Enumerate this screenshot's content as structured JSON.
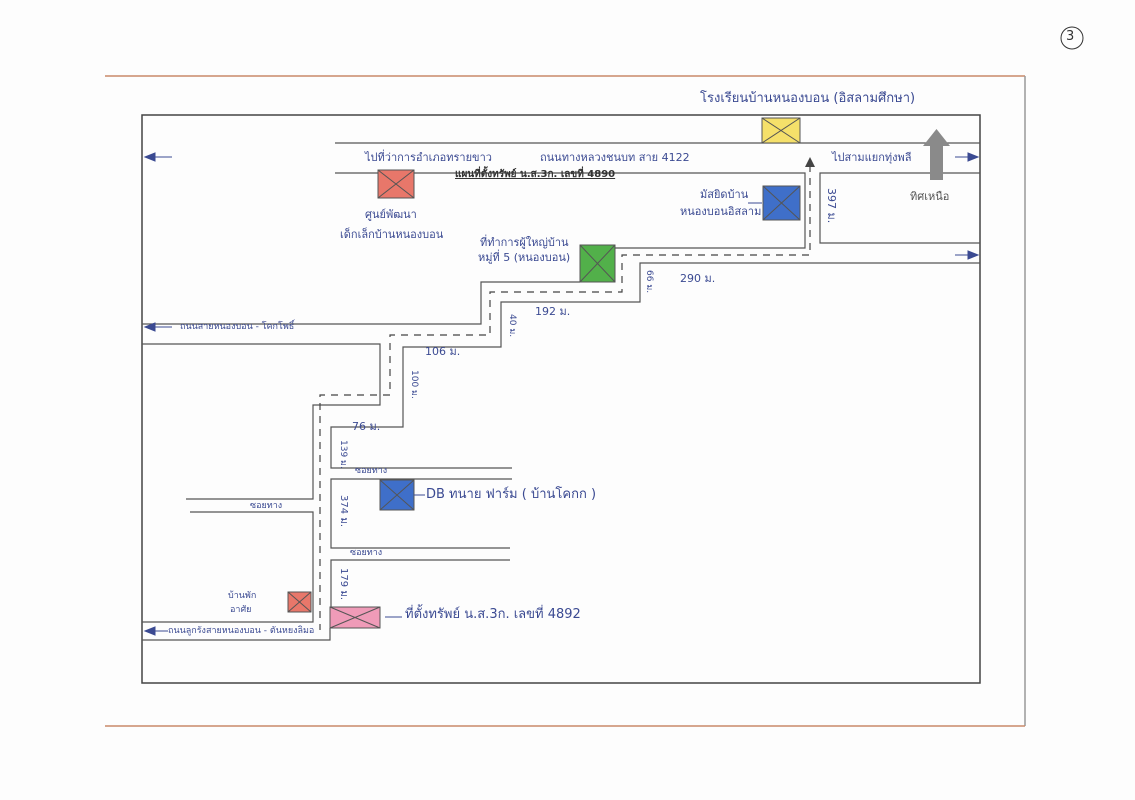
{
  "page_number": "3",
  "colors": {
    "ink": "#3b4a92",
    "yellow": "#f5e06a",
    "red": "#e8776a",
    "blue": "#3f6fc9",
    "green": "#52b04a",
    "pink": "#ef9bb8",
    "north_arrow": "#8a8a8a"
  },
  "title": "แผนที่ตั้งทรัพย์ น.ส.3ก. เลขที่ 4890",
  "roads": {
    "main": "ถนนทางหลวงชนบท สาย 4122",
    "to_district": "ไปที่ว่าการอำเภอทรายขาว",
    "to_junction": "ไปสามแยกทุ่งพลี",
    "middle": "ถนนสายหนองบอน - โคกโพธิ์",
    "bottom": "ถนนลูกรังสายหนองบอน - ตันหยงลิมอ",
    "alley_1": "ซอยทาง",
    "alley_2": "ซอยทาง",
    "alley_3": "ซอยทาง"
  },
  "north": "ทิศเหนือ",
  "landmarks": {
    "school": "โรงเรียนบ้านหนองบอน (อิสลามศึกษา)",
    "childcare": [
      "ศูนย์พัฒนา",
      "เด็กเล็กบ้านหนองบอน"
    ],
    "mosque": [
      "มัสยิดบ้าน",
      "หนองบอนอิสลาม"
    ],
    "village_office": [
      "ที่ทำการผู้ใหญ่บ้าน",
      "หมู่ที่ 5 (หนองบอน)"
    ],
    "farm": "DB ทนาย ฟาร์ม ( บ้านโคกก )",
    "house": [
      "บ้านพัก",
      "อาศัย"
    ],
    "property": "ที่ตั้งทรัพย์ น.ส.3ก. เลขที่ 4892"
  },
  "distances": {
    "d397": "397 ม.",
    "d290": "290 ม.",
    "d66": "66 ม.",
    "d192": "192 ม.",
    "d40": "40 ม.",
    "d106": "106 ม.",
    "d100": "100 ม.",
    "d76": "76 ม.",
    "d139": "139 ม.",
    "d374": "374 ม.",
    "d179": "179 ม."
  }
}
